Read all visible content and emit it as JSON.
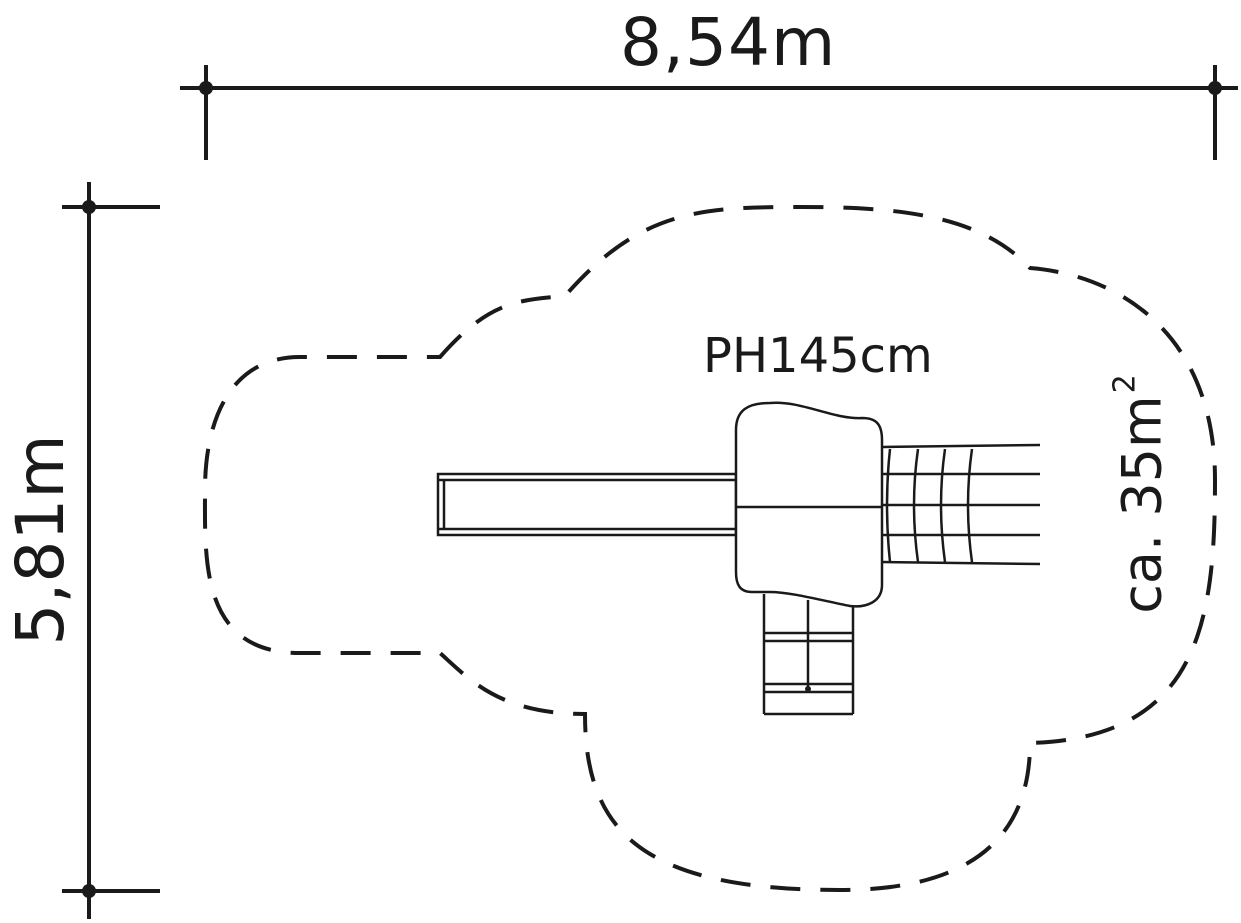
{
  "dimensions": {
    "width_label": "8,54m",
    "height_label": "5,81m"
  },
  "area": {
    "label_prefix": "ca. 35m",
    "label_superscript": "2"
  },
  "equipment": {
    "platform_height_label": "PH145cm"
  },
  "colors": {
    "line": "#1a1a1a",
    "background": "#ffffff"
  }
}
